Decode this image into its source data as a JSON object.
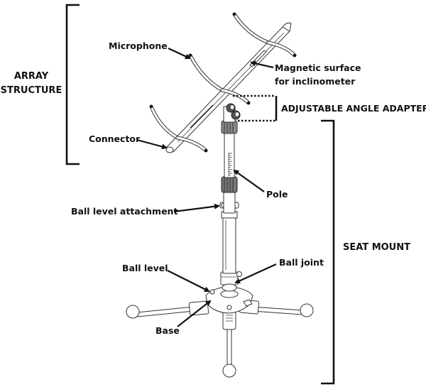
{
  "figure": {
    "groups": {
      "array_structure": {
        "line1": "ARRAY",
        "line2": "STRUCTURE"
      },
      "adjustable_angle_adapter": "ADJUSTABLE ANGLE ADAPTER",
      "seat_mount": "SEAT MOUNT"
    },
    "labels": {
      "microphone": "Microphone",
      "magnetic_surface_line1": "Magnetic surface",
      "magnetic_surface_line2": "for inclinometer",
      "connector": "Connector",
      "pole": "Pole",
      "ball_level_attachment": "Ball level attachment",
      "ball_level": "Ball level",
      "ball_joint": "Ball joint",
      "base": "Base"
    }
  }
}
